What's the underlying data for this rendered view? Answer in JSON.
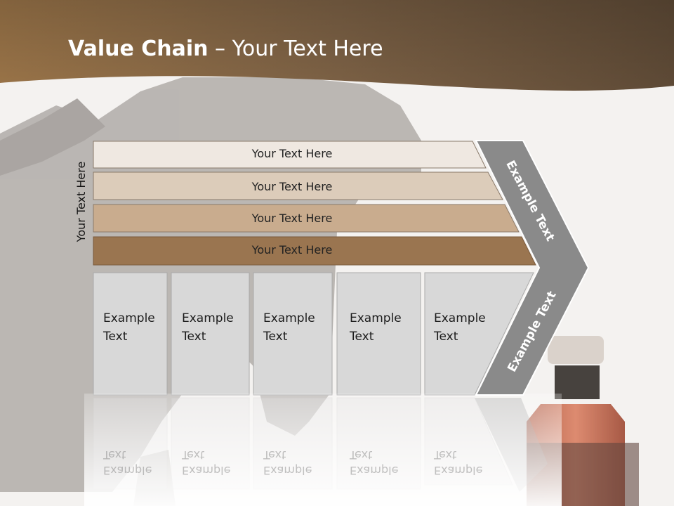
{
  "title": {
    "bold": "Value Chain",
    "rest": " – Your Text Here"
  },
  "side_label": "Your Text Here",
  "rows": [
    {
      "label": "Your Text Here",
      "color": "#efe8e1"
    },
    {
      "label": "Your Text Here",
      "color": "#dcccba"
    },
    {
      "label": "Your Text Here",
      "color": "#c9ac8e"
    },
    {
      "label": "Your Text Here",
      "color": "#9a7550"
    }
  ],
  "boxes": [
    {
      "line1": "Example",
      "line2": "Text"
    },
    {
      "line1": "Example",
      "line2": "Text"
    },
    {
      "line1": "Example",
      "line2": "Text"
    },
    {
      "line1": "Example",
      "line2": "Text"
    },
    {
      "line1": "Example",
      "line2": "Text"
    }
  ],
  "chevron": {
    "upper": "Example Text",
    "lower": "Example Text"
  },
  "colors": {
    "header": "#7a5a3c",
    "chevron": "#8a8a8a",
    "box": "#d8d8d8"
  }
}
